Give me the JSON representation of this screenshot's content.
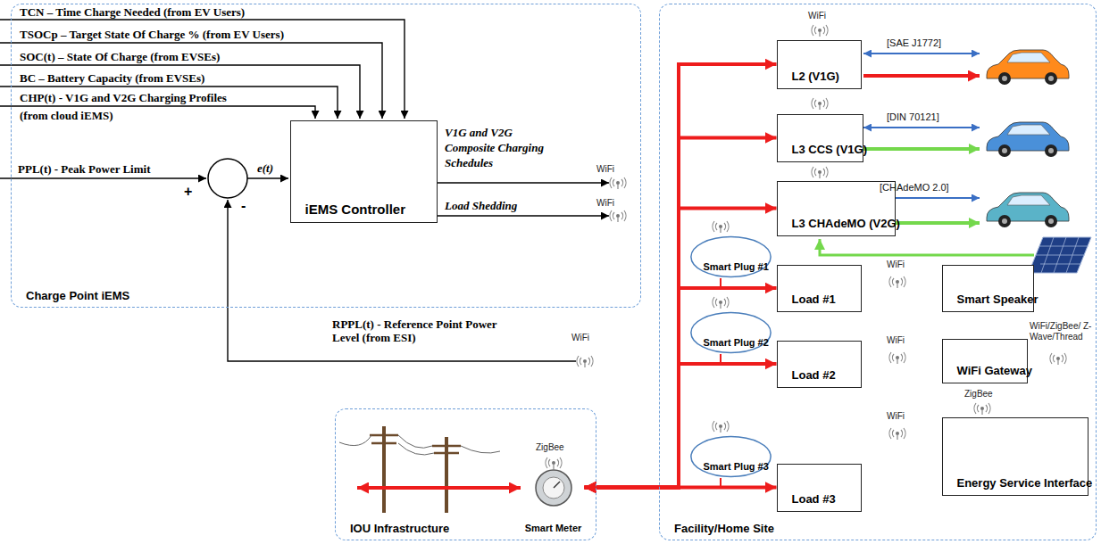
{
  "diagram": {
    "nodes": [
      {
        "text": [
          "Charge Point iEMS"
        ]
      },
      {
        "text": [
          "iEMS Controller"
        ],
        "in": 0
      },
      {
        "text": [
          "Facility/Home Site"
        ]
      },
      {
        "text": [
          "L2 (V1G)"
        ],
        "in": 2
      },
      {
        "text": [
          "L3 CCS (V1G)"
        ],
        "in": 2
      },
      {
        "text": [
          "L3 CHAdeMO (V2G)"
        ],
        "in": 2
      },
      {
        "text": [
          "Smart Plug #1"
        ],
        "in": 2
      },
      {
        "text": [
          "Load #1"
        ],
        "in": 2
      },
      {
        "text": [
          "Smart Speaker"
        ],
        "in": 2
      },
      {
        "text": [
          "Smart Plug #2"
        ],
        "in": 2
      },
      {
        "text": [
          "Load #2"
        ],
        "in": 2
      },
      {
        "text": [
          "WiFi Gateway"
        ],
        "in": 2
      },
      {
        "text": [
          "Smart Plug #3"
        ],
        "in": 2
      },
      {
        "text": [
          "Load #3"
        ],
        "in": 2
      },
      {
        "text": [
          "Energy Service Interface"
        ],
        "in": 2
      },
      {
        "text": [
          "IOU Infrastructure"
        ]
      },
      {
        "text": [
          "Smart Meter"
        ],
        "in": 15
      }
    ],
    "edges": [
      {
        "from": 16,
        "to": 3,
        "arrow": "both"
      },
      {
        "from": 16,
        "to": 4,
        "arrow": "both"
      },
      {
        "from": 16,
        "to": 5,
        "arrow": "both"
      },
      {
        "from": 16,
        "to": 7,
        "arrow": "both"
      },
      {
        "from": 16,
        "to": 10,
        "arrow": "both"
      },
      {
        "from": 16,
        "to": 13,
        "arrow": "both"
      }
    ],
    "labels": [
      "TCN – Time Charge Needed (from EV Users)",
      "TSOCp – Target State Of Charge % (from EV Users)",
      "SOC(t) – State Of Charge (from EVSEs)",
      "BC – Battery Capacity (from EVSEs)",
      "CHP(t) - V1G and V2G Charging Profiles",
      "(from cloud iEMS)",
      "PPL(t) - Peak Power Limit",
      "+",
      "-",
      "e(t)",
      "V1G and V2G Composite Charging Schedules",
      "Load Shedding",
      "WiFi",
      "WiFi",
      "RPPL(t) - Reference Point Power Level (from ESI)",
      "WiFi",
      "WiFi",
      "[SAE J1772]",
      "[DIN 70121]",
      "[CHAdeMO 2.0]",
      "WiFi",
      "WiFi",
      "WiFi/ZigBee/ Z-Wave/Thread",
      "WiFi",
      "ZigBee",
      "ZigBee"
    ]
  }
}
